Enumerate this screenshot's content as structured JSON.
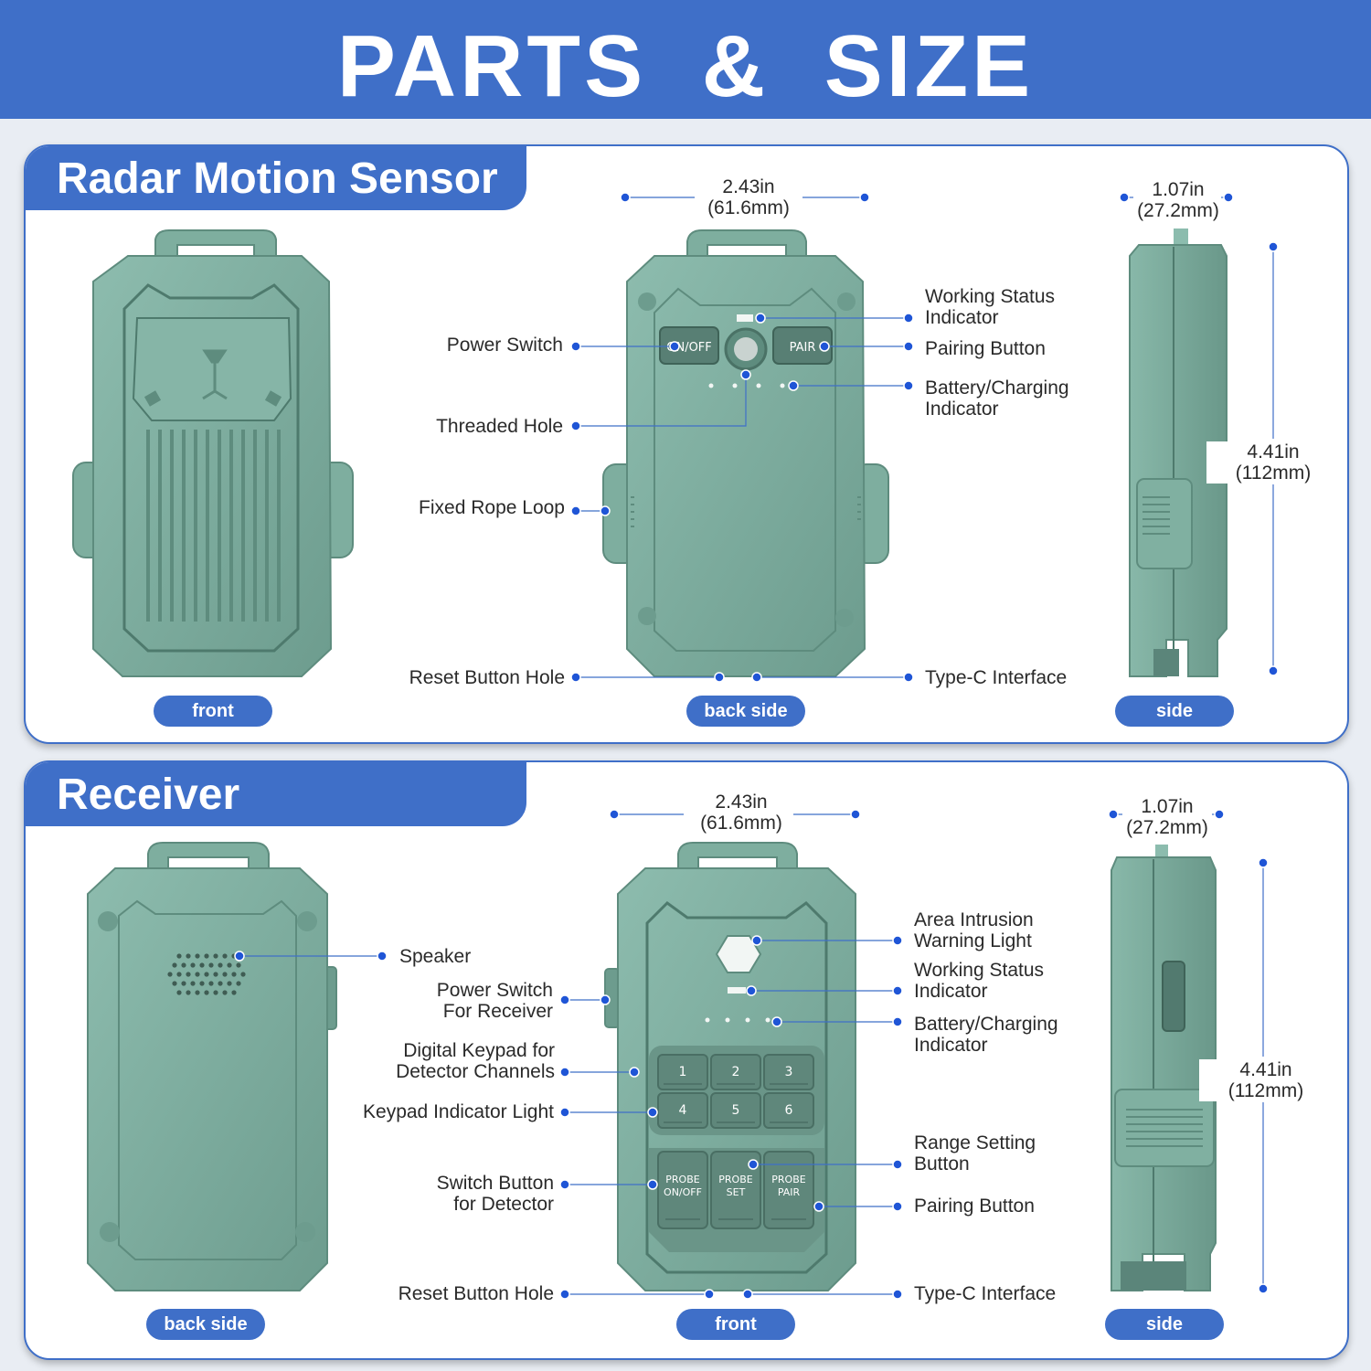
{
  "header": {
    "title": "PARTS & SIZE"
  },
  "colors": {
    "accent": "#3f6fc8",
    "device": "#7aaa9b",
    "device_dark": "#5e8c7e",
    "key": "#6c8f84"
  },
  "sensor": {
    "title": "Radar Motion Sensor",
    "views": {
      "front": "front",
      "back": "back side",
      "side": "side"
    },
    "width_dim": "2.43in\n(61.6mm)",
    "depth_dim": "1.07in\n(27.2mm)",
    "height_dim": "4.41in\n(112mm)",
    "buttons": {
      "onoff": "ON/OFF",
      "pair": "PAIR"
    },
    "labels": {
      "power_switch": "Power Switch",
      "threaded_hole": "Threaded Hole",
      "fixed_rope_loop": "Fixed Rope Loop",
      "reset_hole": "Reset Button Hole",
      "working_status": "Working Status\nIndicator",
      "pairing": "Pairing Button",
      "battery": "Battery/Charging\nIndicator",
      "typec": "Type-C Interface"
    }
  },
  "receiver": {
    "title": "Receiver",
    "views": {
      "back": "back side",
      "front": "front",
      "side": "side"
    },
    "width_dim": "2.43in\n(61.6mm)",
    "depth_dim": "1.07in\n(27.2mm)",
    "height_dim": "4.41in\n(112mm)",
    "keys": [
      "1",
      "2",
      "3",
      "4",
      "5",
      "6"
    ],
    "probe_keys": [
      "PROBE\nON/OFF",
      "PROBE\nSET",
      "PROBE\nPAIR"
    ],
    "labels": {
      "speaker": "Speaker",
      "power_switch": "Power Switch\nFor Receiver",
      "keypad": "Digital Keypad for\nDetector Channels",
      "keypad_light": "Keypad Indicator Light",
      "switch_detector": "Switch Button\nfor Detector",
      "reset_hole": "Reset Button Hole",
      "area_intrusion": "Area Intrusion\nWarning Light",
      "working_status": "Working Status\nIndicator",
      "battery": "Battery/Charging\nIndicator",
      "range": "Range Setting\nButton",
      "pairing": "Pairing Button",
      "typec": "Type-C Interface"
    }
  }
}
